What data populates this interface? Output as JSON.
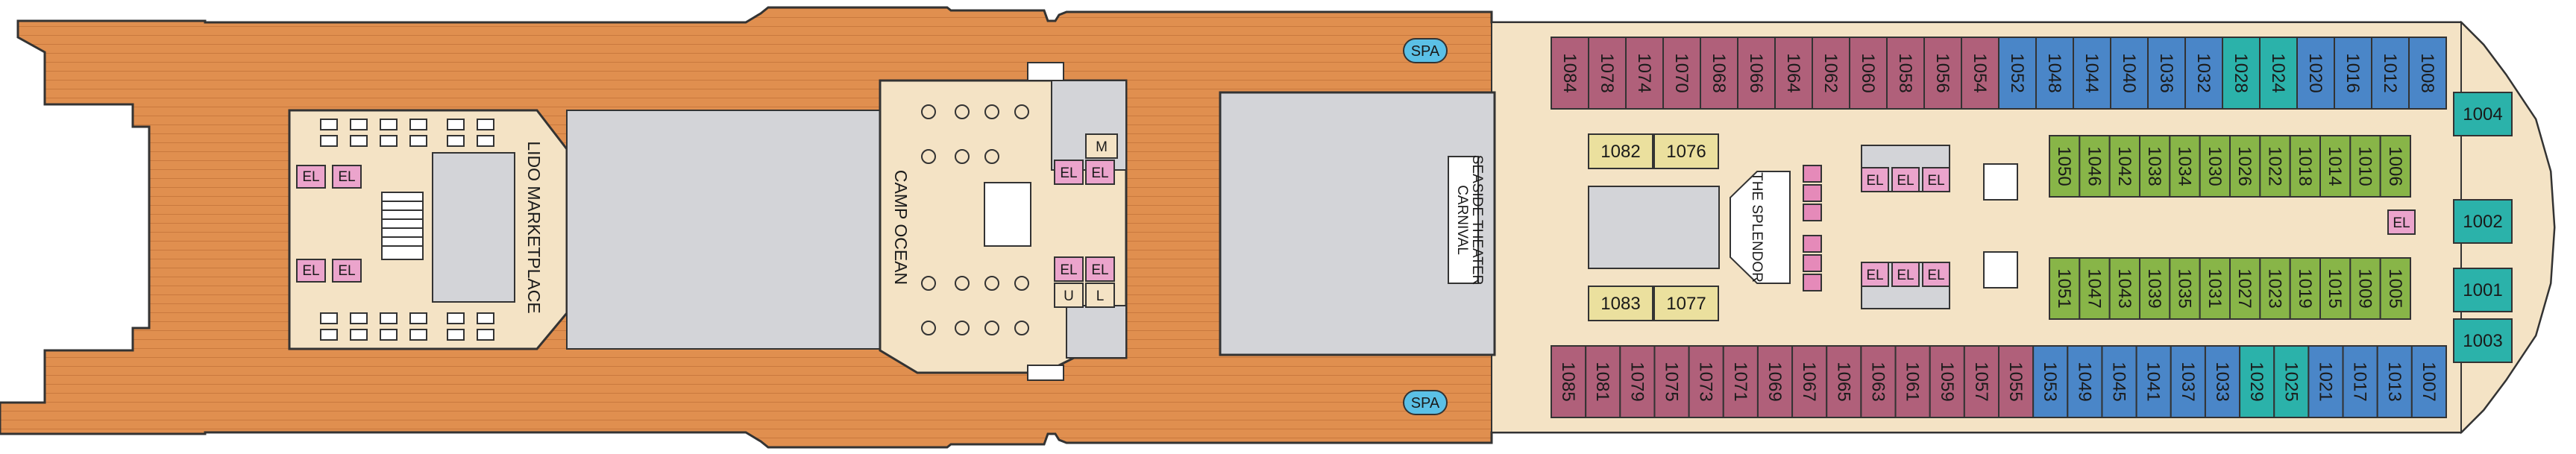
{
  "colors": {
    "deck_wood": "#e08f4f",
    "interior": "#f4e3c5",
    "ocean_view": "#b0607a",
    "interior_cabin": "#4a86c8",
    "balcony": "#88b548",
    "suite": "#2bb2aa",
    "elevator": "#eba4cc",
    "open_area": "#d3d4d8",
    "yellow_cabin": "#ebe09e",
    "spa_badge": "#5bc0e6"
  },
  "venues": {
    "lido": "LIDO MARKETPLACE",
    "camp": "CAMP OCEAN",
    "theater_line1": "CARNIVAL",
    "theater_line2": "SEASIDE THEATER",
    "splendor": "THE SPLENDOR"
  },
  "badges": {
    "spa_top": "SPA",
    "spa_bottom": "SPA"
  },
  "service_labels": {
    "elevator": "EL",
    "men": "M",
    "ladies": "L",
    "unisex": "U"
  },
  "cabins": {
    "top_outer": [
      "1084",
      "1078",
      "1074",
      "1070",
      "1068",
      "1066",
      "1064",
      "1062",
      "1060",
      "1058",
      "1056",
      "1054",
      "1052",
      "1048",
      "1044",
      "1040",
      "1036",
      "1032",
      "1028",
      "1024",
      "1020",
      "1016",
      "1012",
      "1008"
    ],
    "upper_inner": [
      "1050",
      "1046",
      "1042",
      "1038",
      "1034",
      "1030",
      "1026",
      "1022",
      "1018",
      "1014",
      "1010",
      "1006"
    ],
    "lower_inner": [
      "1051",
      "1047",
      "1043",
      "1039",
      "1035",
      "1031",
      "1027",
      "1023",
      "1019",
      "1015",
      "1009",
      "1005"
    ],
    "bottom_outer": [
      "1085",
      "1081",
      "1079",
      "1075",
      "1073",
      "1071",
      "1069",
      "1067",
      "1065",
      "1063",
      "1061",
      "1059",
      "1057",
      "1055",
      "1053",
      "1049",
      "1045",
      "1041",
      "1037",
      "1033",
      "1029",
      "1025",
      "1021",
      "1017",
      "1013",
      "1007"
    ],
    "bow_suites": [
      "1004",
      "1002",
      "1001",
      "1003"
    ],
    "yellow_top": [
      "1082",
      "1076"
    ],
    "yellow_bottom": [
      "1083",
      "1077"
    ]
  }
}
